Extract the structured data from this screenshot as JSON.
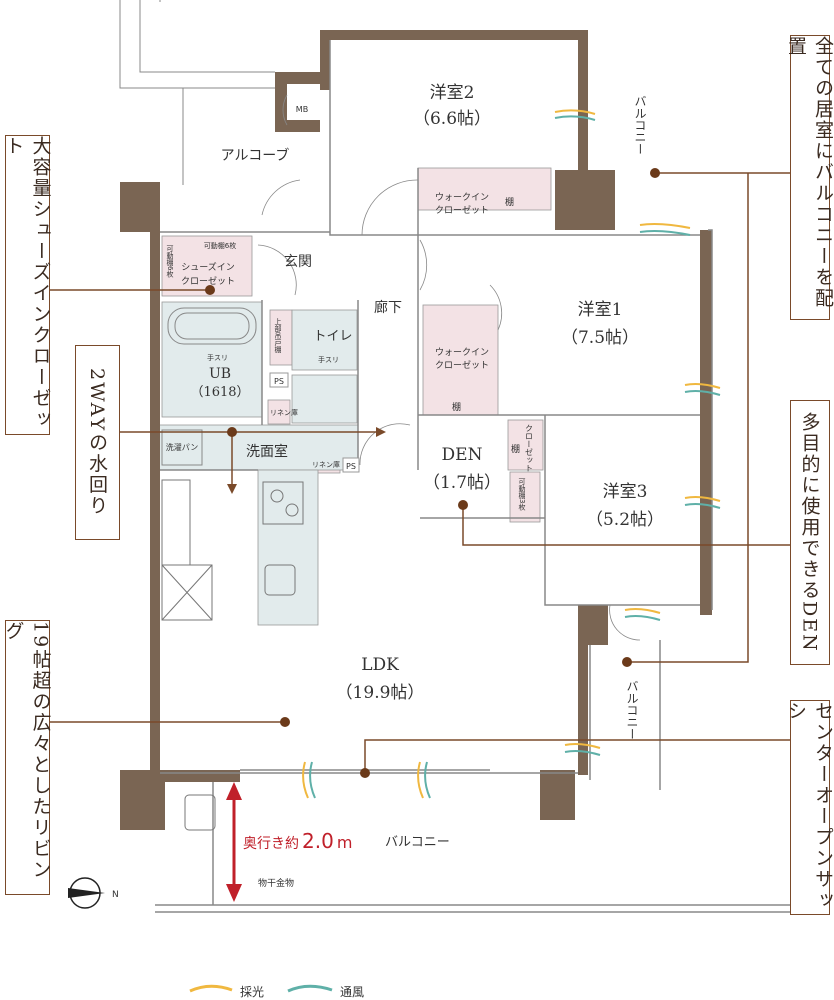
{
  "rooms": {
    "western2": {
      "name": "洋室2",
      "size": "（6.6帖）"
    },
    "western1": {
      "name": "洋室1",
      "size": "（7.5帖）"
    },
    "western3": {
      "name": "洋室3",
      "size": "（5.2帖）"
    },
    "den": {
      "name": "DEN",
      "size": "（1.7帖）"
    },
    "ldk": {
      "name": "LDK",
      "size": "（19.9帖）"
    },
    "ub": {
      "name": "UB",
      "size": "（1618）"
    },
    "alcove": "アルコーブ",
    "entrance": "玄関",
    "corridor": "廊下",
    "toilet": "トイレ",
    "washroom": "洗面室",
    "balcony_top": "バルコニー",
    "balcony_right": "バルコニー",
    "balcony_bottom": "バルコニー",
    "mb": "MB"
  },
  "fixtures": {
    "wic1": [
      "ウォークイン",
      "クローゼット"
    ],
    "wic2": [
      "ウォークイン",
      "クローゼット"
    ],
    "shoes_closet": [
      "シューズイン",
      "クローゼット"
    ],
    "shelf_movable_6_top": "可動棚6枚",
    "shelf_movable_6_side": "可動棚6枚",
    "shelf": "棚",
    "den_closet": "クローゼット",
    "den_shelf": "棚",
    "den_movable_shelf": "可動棚3枚",
    "handrail1": "手スリ",
    "handrail2": "手スリ",
    "upper_cabinet": "上部吊戸棚",
    "ps1": "PS",
    "ps2": "PS",
    "linen1": "リネン庫",
    "linen2": "リネン庫",
    "washing_pan": "洗濯パン",
    "drying_hardware": "物干金物",
    "depth_label": "奥行き約",
    "depth_value": "2.0",
    "depth_unit": "m"
  },
  "callouts": {
    "shoes": "大容量シューズインクローゼット",
    "water": "2WAYの水回り",
    "living": "19帖超の広々としたリビング",
    "balcony": "全ての居室にバルコニーを配置",
    "den": "多目的に使用できるDEN",
    "sash": "センターオープンサッシ"
  },
  "legend": {
    "light": "採光",
    "wind": "通風"
  },
  "compass": "N",
  "colors": {
    "wall": "#7a6553",
    "callout": "#7a4a2a",
    "dot": "#6b3a1a",
    "closet": "#f3e2e5",
    "wet": "#e2ebec",
    "light": "#f0b840",
    "wind": "#5fb0a8",
    "depth": "#c0202a"
  }
}
